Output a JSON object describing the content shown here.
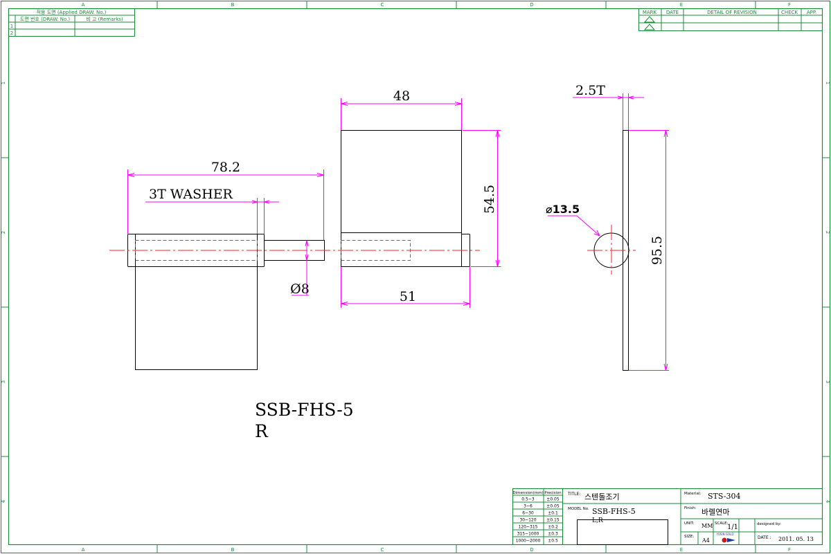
{
  "sheet": {
    "zones_top": [
      "A",
      "B",
      "C",
      "D",
      "E",
      "F"
    ],
    "zones_side": [
      "1",
      "2",
      "3",
      "4"
    ]
  },
  "applied_table": {
    "header": "적용 도면 (Applied DRAW. No.)",
    "col_drawing": "도면 번호 (DRAW. No.)",
    "col_remarks": "비 고 (Remarks)",
    "rows": [
      "1",
      "2"
    ]
  },
  "revision_table": {
    "headers": [
      "MARK",
      "DATE",
      "DETAIL OF REVISION",
      "CHECK",
      "APP."
    ]
  },
  "dimensions": {
    "d78": "78.2",
    "washer": "3T WASHER",
    "d8": "Ø8",
    "d48": "48",
    "d545": "54.5",
    "d51": "51",
    "t25": "2.5T",
    "d135": "⌀13.5",
    "d955": "95.5"
  },
  "model_label": {
    "line1": "SSB-FHS-5",
    "line2": "R"
  },
  "tolerance_table": {
    "headers": [
      "Dimension(mm)",
      "Precision"
    ],
    "rows": [
      [
        "0.5~3",
        "±0.05"
      ],
      [
        "3~6",
        "±0.05"
      ],
      [
        "6~30",
        "±0.1"
      ],
      [
        "30~120",
        "±0.15"
      ],
      [
        "120~315",
        "±0.2"
      ],
      [
        "315~1000",
        "±0.3"
      ],
      [
        "1000~2000",
        "±0.5"
      ]
    ]
  },
  "title_block": {
    "title_label": "TITLE:",
    "title": "스텐돌조기",
    "model_label": "MODEL No.",
    "model": "SSB-FHS-5",
    "model_sub": "L,R",
    "material_label": "Material:",
    "material": "STS-304",
    "finish_label": "Finish:",
    "finish": "바렐연마",
    "unit_label": "UNIT:",
    "unit": "MM",
    "scale_label": "SCALE:",
    "scale": "1/1",
    "designed_label": "designed by:",
    "size_label": "SIZE:",
    "size": "A4",
    "logo_text": "YUSIN GOLD",
    "date_label": "DATE :",
    "date": "2011. 05. 13"
  }
}
